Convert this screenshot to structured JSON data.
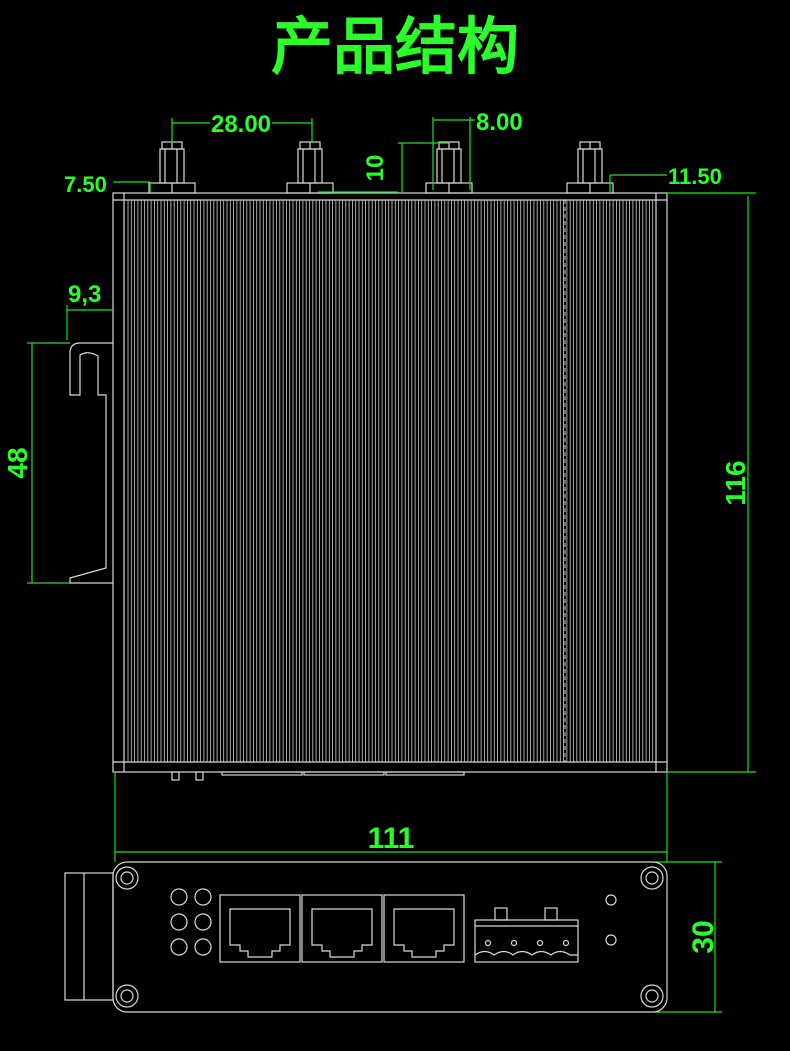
{
  "title": "产品结构",
  "top_view": {
    "dimensions": {
      "antenna_spacing": "28.00",
      "antenna_width": "8.00",
      "antenna_height": "10",
      "left_offset": "7.50",
      "right_offset": "11.50",
      "din_clip_depth": "9,3",
      "din_clip_height": "48",
      "body_height": "116"
    }
  },
  "front_view": {
    "dimensions": {
      "width": "111",
      "height": "30"
    },
    "led_count": 6,
    "rj45_port_count": 3,
    "terminal_pin_count": 4
  },
  "colors": {
    "dimension": "#2bff2b",
    "outline": "#d8d8d8",
    "background": "#000000"
  }
}
